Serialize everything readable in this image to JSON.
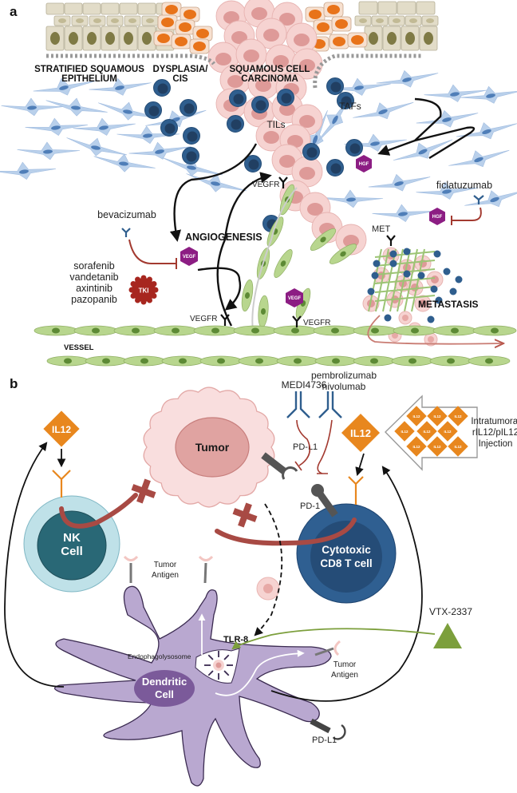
{
  "panel_a": {
    "letter": "a",
    "regions": {
      "epithelium_line1": "STRATIFIED SQUAMOUS",
      "epithelium_line2": "EPITHELIUM",
      "dysplasia_line1": "DYSPLASIA/",
      "dysplasia_line2": "CIS",
      "carcinoma_line1": "SQUAMOUS CELL",
      "carcinoma_line2": "CARCINOMA",
      "angiogenesis": "ANGIOGENESIS",
      "metastasis": "METASTASIS",
      "vessel": "VESSEL"
    },
    "labels": {
      "tils": "TILs",
      "tafs": "TAFs",
      "vegfr_top": "VEGFR",
      "vegfr_left": "VEGFR",
      "vegfr_right": "VEGFR",
      "met": "MET"
    },
    "molecules": {
      "hgf_1": "HGF",
      "hgf_2": "HGF",
      "vegf_1": "VEGF",
      "vegf_2": "VEGF",
      "tki": "TKI"
    },
    "drugs": {
      "bevacizumab": "bevacizumab",
      "ficlatuzumab": "ficlatuzumab",
      "tki_list": [
        "sorafenib",
        "vandetanib",
        "axintinib",
        "pazopanib"
      ]
    }
  },
  "panel_b": {
    "letter": "b",
    "cells": {
      "tumor": "Tumor",
      "nk_line1": "NK",
      "nk_line2": "Cell",
      "cd8_line1": "Cytotoxic",
      "cd8_line2": "CD8 T cell",
      "dc_line1": "Dendritic",
      "dc_line2": "Cell"
    },
    "labels": {
      "il12_left": "IL12",
      "il12_right": "IL12",
      "pd_l1_tumor": "PD-L1",
      "pd_1": "PD-1",
      "pd_l1_dc": "PD-L1",
      "tumor_antigen_1_line1": "Tumor",
      "tumor_antigen_1_line2": "Antigen",
      "tumor_antigen_2_line1": "Tumor",
      "tumor_antigen_2_line2": "Antigen",
      "tlr8": "TLR-8",
      "endophagolysosome": "Endophagolysosome"
    },
    "drugs": {
      "medi4736": "MEDI4736",
      "pembrolizumab": "pembrolizumab",
      "nivolumab": "nivolumab",
      "vtx": "VTX-2337"
    },
    "injection": {
      "line1": "Intratumoral",
      "line2": "rIL12/pIL12",
      "line3": "Injection",
      "tile_label": "IL12",
      "tile_count": 8
    }
  },
  "colors": {
    "epithelium": "#e2dcc8",
    "epithelium_nucleus": "#7f7a45",
    "dysplasia": "#e8731a",
    "tumor_cell": "#f6d3d1",
    "tumor_nucleus": "#de9a98",
    "lymphocyte": "#2f5e8e",
    "fibroblast": "#b9d0eb",
    "endothelial": "#b8d68e",
    "endothelial_nucleus": "#5d8a35",
    "hexagon": "#8c1d83",
    "tki": "#a7261f",
    "inhibitor": "#a33a30",
    "antibody": "#2f5e8e",
    "il12": "#e8871e",
    "nk_outer": "#bfe1e8",
    "nk_inner": "#296876",
    "cd8_outer": "#2f5f91",
    "cd8_inner": "#254c77",
    "dendritic": "#b9a8d0",
    "dendritic_nucleus": "#7b5a9a",
    "vtx": "#7c9f3c"
  }
}
